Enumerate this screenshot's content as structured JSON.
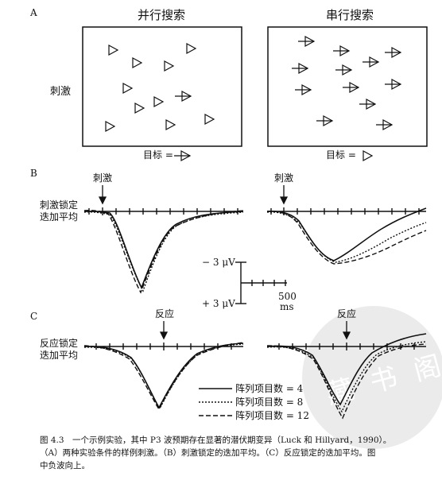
{
  "panel_labels": {
    "a": "A",
    "b": "B",
    "c": "C"
  },
  "titles": {
    "parallel": "并行搜索",
    "serial": "串行搜索"
  },
  "stimulus_label": "刺激",
  "targets": {
    "left": "目标 = ",
    "right": "目标 = "
  },
  "markers": {
    "stimulus": "刺激",
    "response": "反应"
  },
  "row_labels": {
    "stim_line1": "刺激锁定",
    "stim_line2": "迭加平均",
    "resp_line1": "反应锁定",
    "resp_line2": "迭加平均"
  },
  "scale": {
    "top": "− 3 μV",
    "bottom": "+ 3 μV",
    "time_value": "500",
    "time_unit": "ms"
  },
  "legend": [
    {
      "label": "阵列项目数 = 4",
      "style": "solid"
    },
    {
      "label": "阵列项目数 = 8",
      "style": "dotted"
    },
    {
      "label": "阵列项目数 = 12",
      "style": "dashed"
    }
  ],
  "caption": {
    "line1": "图 4.3　一个示例实验，其中 P3 波预期存在显著的潜伏期变异（Luck 和 Hillyard，1990）。",
    "line2": "（A）两种实验条件的样例刺激。（B）刺激锁定的迭加平均。（C）反应锁定的迭加平均。图",
    "line3": "中负波向上。"
  },
  "watermark_text": "藏 书 阁"
}
